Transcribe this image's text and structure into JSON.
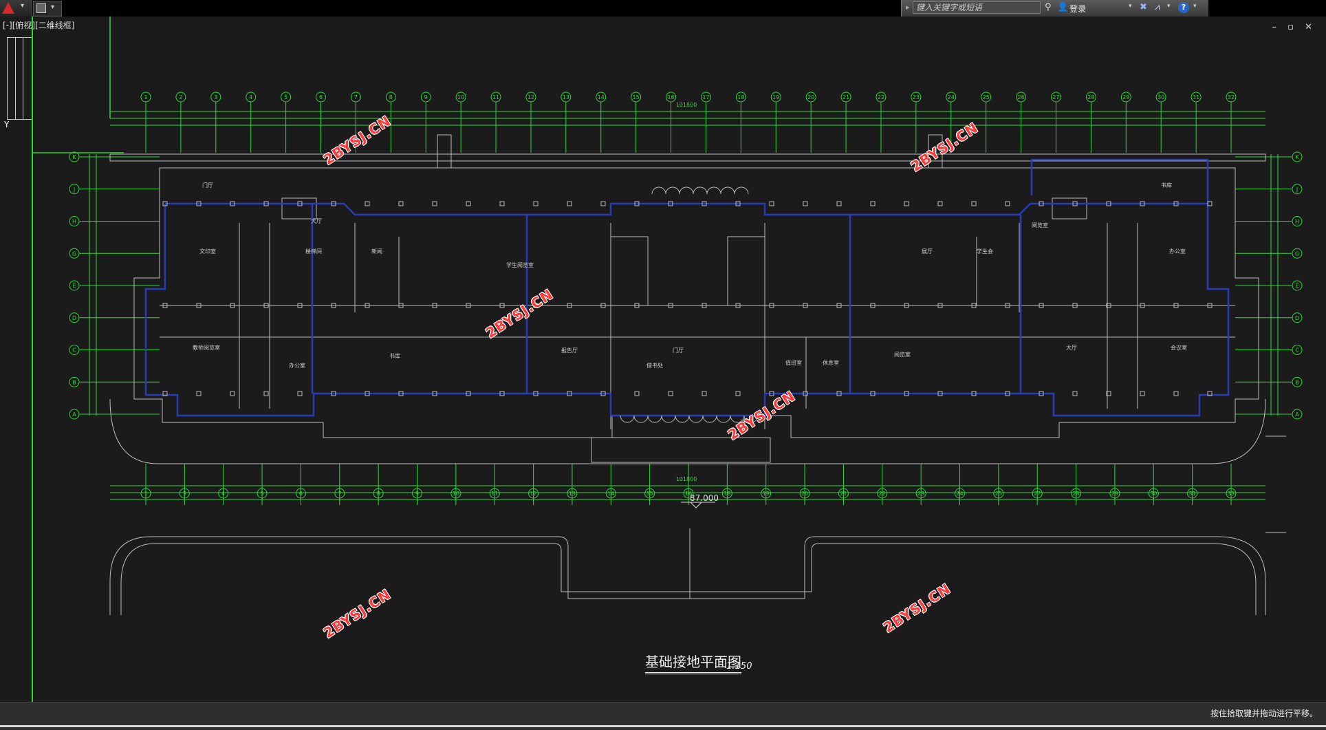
{
  "window": {
    "viewport_label": "[-][俯视][二维线框]",
    "win_controls": "– ▫ ✕"
  },
  "toolbar": {
    "search_placeholder": "键入关键字或短语",
    "login_label": "登录",
    "help_icon_glyph": "?"
  },
  "drawing": {
    "title": "基础接地平面图",
    "scale": "1:150",
    "elevation": "87.000",
    "total_dim": "101800",
    "top_axes": [
      "1",
      "2",
      "3",
      "4",
      "5",
      "6",
      "7",
      "8",
      "9",
      "10",
      "11",
      "12",
      "13",
      "14",
      "15",
      "16",
      "17",
      "18",
      "19",
      "20",
      "21",
      "22",
      "23",
      "24",
      "25",
      "26",
      "27",
      "28",
      "29",
      "30",
      "31",
      "32"
    ],
    "bottom_axes": [
      "1",
      "3",
      "4",
      "5",
      "6",
      "7",
      "8",
      "9",
      "10",
      "11",
      "12",
      "13",
      "14",
      "15",
      "16",
      "18",
      "19",
      "20",
      "21",
      "22",
      "23",
      "24",
      "25",
      "27",
      "28",
      "29",
      "30",
      "31",
      "33"
    ],
    "row_axes": [
      "K",
      "J",
      "H",
      "G",
      "E",
      "D",
      "C",
      "B",
      "A"
    ],
    "rooms": [
      "门厅",
      "大厅",
      "文印室",
      "楼梯间",
      "新闻",
      "学生阅览室",
      "报告厅",
      "教师阅览室",
      "办公室",
      "书库",
      "借书处",
      "门厅",
      "值班室",
      "休息室",
      "阅览室",
      "展厅",
      "学生会",
      "阅览室",
      "大厅",
      "办公室",
      "会议室",
      "书库"
    ]
  },
  "watermarks": [
    "2BYSJ.CN",
    "2BYSJ.CN",
    "2BYSJ.CN",
    "2BYSJ.CN",
    "2BYSJ.CN",
    "2BYSJ.CN"
  ],
  "status": {
    "message": "按住拾取键并拖动进行平移。"
  },
  "colors": {
    "grid_green": "#2fd83a",
    "wall_blue": "#2a3bb8",
    "line_gray": "#bdbdbd",
    "watermark_red": "#ff3a3a"
  }
}
